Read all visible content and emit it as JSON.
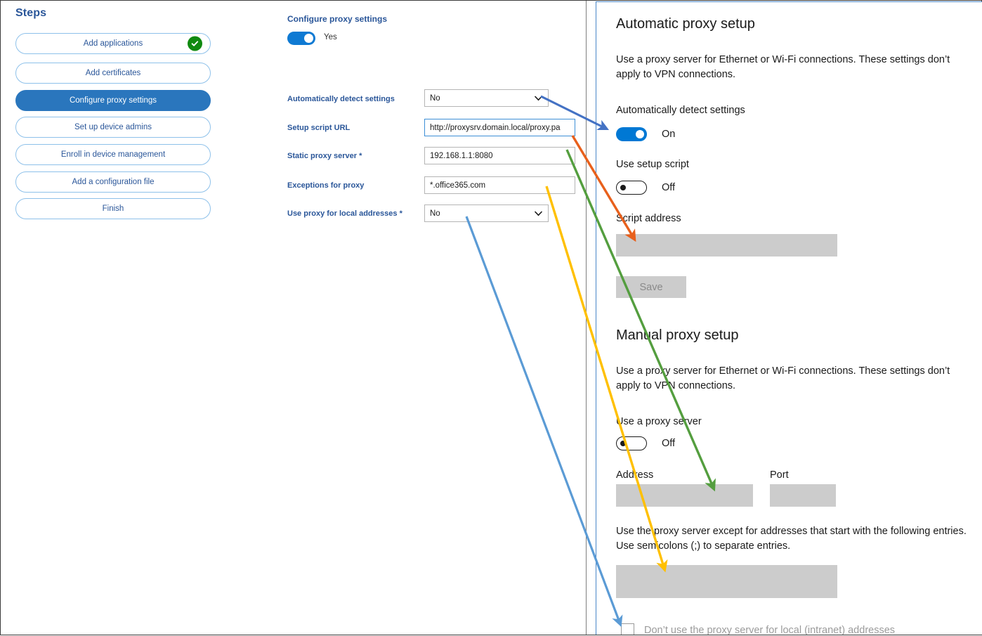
{
  "steps_panel": {
    "title": "Steps",
    "items": [
      {
        "label": "Add applications",
        "active": false,
        "completed": true
      },
      {
        "label": "Add certificates",
        "active": false,
        "completed": false
      },
      {
        "label": "Configure proxy settings",
        "active": true,
        "completed": false
      },
      {
        "label": "Set up device admins",
        "active": false,
        "completed": false
      },
      {
        "label": "Enroll in device management",
        "active": false,
        "completed": false
      },
      {
        "label": "Add a configuration file",
        "active": false,
        "completed": false
      },
      {
        "label": "Finish",
        "active": false,
        "completed": false
      }
    ]
  },
  "form_panel": {
    "heading": "Configure proxy settings",
    "master_toggle": {
      "state": "on",
      "label": "Yes"
    },
    "fields": [
      {
        "label": "Automatically detect settings",
        "required": false,
        "type": "select",
        "value": "No"
      },
      {
        "label": "Setup script URL",
        "required": false,
        "type": "text",
        "value": "http://proxysrv.domain.local/proxy.pa",
        "focused": true
      },
      {
        "label": "Static proxy server",
        "required": true,
        "type": "text",
        "value": "192.168.1.1:8080"
      },
      {
        "label": "Exceptions for proxy",
        "required": true,
        "type": "text",
        "value": "*.office365.com"
      },
      {
        "label": "Use proxy for local addresses",
        "required": true,
        "type": "select",
        "value": "No"
      }
    ]
  },
  "windows_panel": {
    "automatic": {
      "heading": "Automatic proxy setup",
      "description": "Use a proxy server for Ethernet or Wi-Fi connections. These settings don’t apply to VPN connections.",
      "auto_detect_label": "Automatically detect settings",
      "auto_detect_state": "On",
      "use_setup_script_label": "Use setup script",
      "use_setup_script_state": "Off",
      "script_address_label": "Script address",
      "script_address_value": "",
      "save_label": "Save"
    },
    "manual": {
      "heading": "Manual proxy setup",
      "description": "Use a proxy server for Ethernet or Wi-Fi connections. These settings don’t apply to VPN connections.",
      "use_proxy_label": "Use a proxy server",
      "use_proxy_state": "Off",
      "address_label": "Address",
      "address_value": "",
      "port_label": "Port",
      "port_value": "",
      "exceptions_description": "Use the proxy server except for addresses that start with the following entries. Use semicolons (;) to separate entries.",
      "exceptions_value": "",
      "bypass_local_label": "Don’t use the proxy server for local (intranet) addresses",
      "bypass_local_checked": false
    }
  },
  "annotations": {
    "arrows": [
      {
        "name": "auto-detect-arrow",
        "color": "#4472c4",
        "from_label": "Automatically detect settings",
        "to_label": "Automatically detect settings toggle"
      },
      {
        "name": "setup-script-arrow",
        "color": "#e8601c",
        "from_label": "Setup script URL",
        "to_label": "Script address"
      },
      {
        "name": "static-proxy-arrow",
        "color": "#549e3f",
        "from_label": "Static proxy server",
        "to_label": "Address"
      },
      {
        "name": "exceptions-arrow",
        "color": "#ffc000",
        "from_label": "Exceptions for proxy",
        "to_label": "Exceptions box"
      },
      {
        "name": "local-addresses-arrow",
        "color": "#5b9bd5",
        "from_label": "Use proxy for local addresses",
        "to_label": "Don’t use the proxy server for local (intranet) addresses"
      }
    ]
  },
  "colors": {
    "accent_blue": "#2a76bd",
    "link_blue": "#2a5699",
    "ms_blue": "#0078d4",
    "success_green": "#108a10",
    "field_gray": "#cccccc"
  }
}
